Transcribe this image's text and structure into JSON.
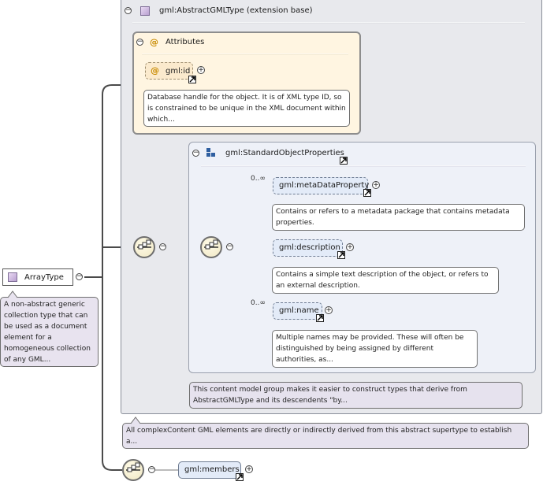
{
  "base_type": {
    "title": "gml:AbstractGMLType (extension base)",
    "doc": "All complexContent GML elements are directly or indirectly derived from this abstract supertype to establish a..."
  },
  "attributes_group": {
    "title": "Attributes",
    "attribute": {
      "name": "gml:id",
      "doc": "Database handle for the object. It is of XML type ID, so is constrained to be unique in the XML document within which..."
    }
  },
  "object_properties_group": {
    "title": "gml:StandardObjectProperties",
    "doc": "This content model group makes it easier to construct types that derive from AbstractGMLType and its descendents \"by...",
    "elements": [
      {
        "name": "gml:metaDataProperty",
        "occurrence": "0..∞",
        "doc": "Contains or refers to a metadata package that contains metadata properties."
      },
      {
        "name": "gml:description",
        "occurrence": "",
        "doc": "Contains a simple text description of the object, or refers to an external description."
      },
      {
        "name": "gml:name",
        "occurrence": "0..∞",
        "doc": "Multiple names may be provided. These will often be distinguished by being assigned by different authorities, as..."
      }
    ]
  },
  "root_type": {
    "name": "ArrayType",
    "doc": "A non-abstract generic collection type that can be used as a document element for a homogeneous collection of any GML..."
  },
  "members_element": {
    "name": "gml:members"
  },
  "symbols": {
    "collapse": "−",
    "expand": "+",
    "attribute_marker": "@"
  },
  "colors": {
    "extension_panel": "#e8e9ed",
    "attribute_panel": "#fff5e1",
    "group_panel": "#eef1f8",
    "element_box": "#e3ebf8",
    "doc_box": "#e6e2ee",
    "connector": "#555555"
  }
}
